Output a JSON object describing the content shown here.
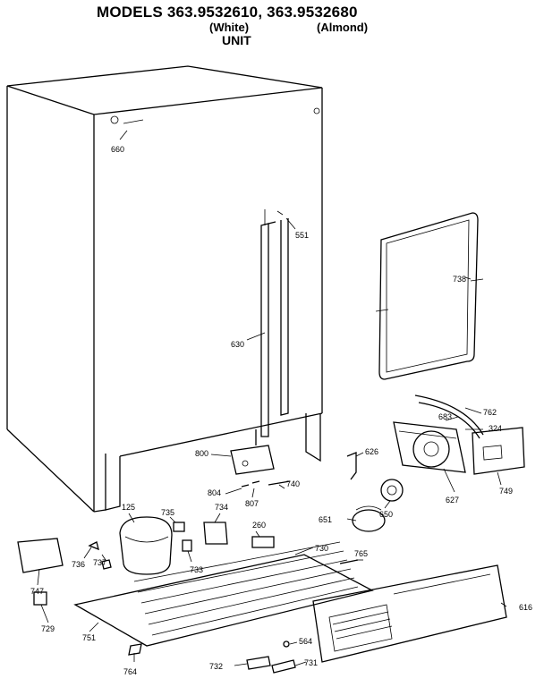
{
  "header": {
    "title": "MODELS 363.9532610, 363.9532680",
    "white": "(White)",
    "almond": "(Almond)",
    "unit": "UNIT"
  },
  "parts": {
    "p660": "660",
    "p551": "551",
    "p630": "630",
    "p738": "738",
    "p683": "683",
    "p762": "762",
    "p324": "324",
    "p800": "800",
    "p626": "626",
    "p627": "627",
    "p749": "749",
    "p804": "804",
    "p807": "807",
    "p740": "740",
    "p650": "650",
    "p125": "125",
    "p735": "735",
    "p734": "734",
    "p260": "260",
    "p651": "651",
    "p730": "730",
    "p765": "765",
    "p736": "736",
    "p737": "737",
    "p733": "733",
    "p747": "747",
    "p616": "616",
    "p729": "729",
    "p751": "751",
    "p564": "564",
    "p764": "764",
    "p732": "732",
    "p731": "731"
  }
}
